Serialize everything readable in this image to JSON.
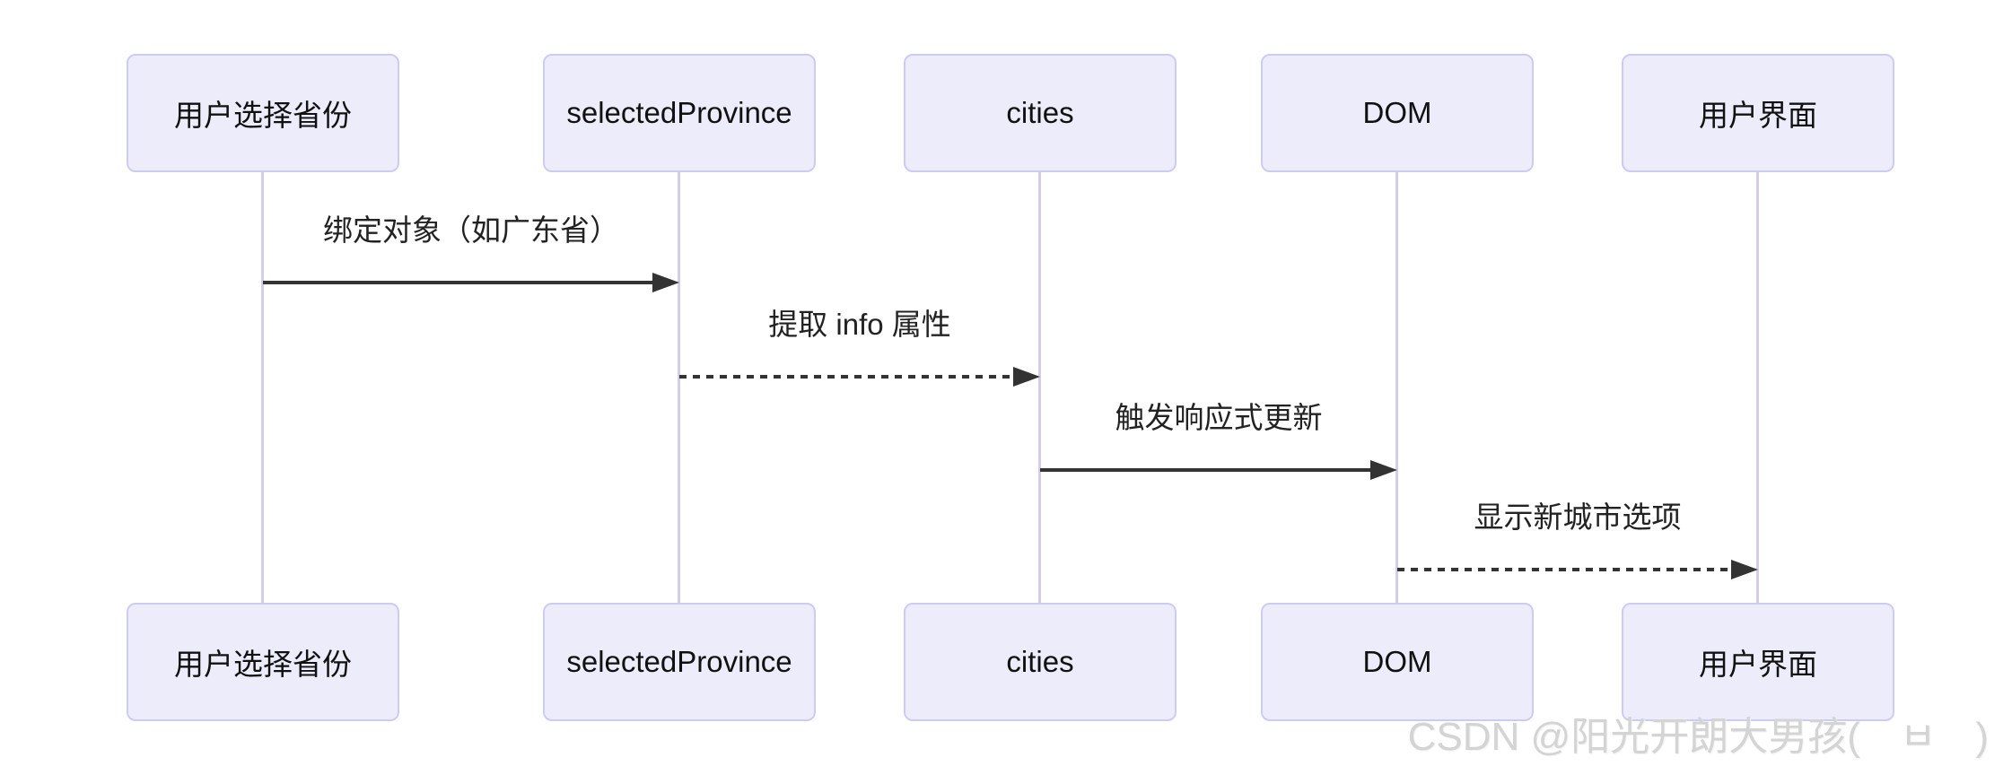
{
  "diagram": {
    "type": "sequence",
    "actors": [
      {
        "id": "user-select-province",
        "label": "用户选择省份"
      },
      {
        "id": "selected-province",
        "label": "selectedProvince"
      },
      {
        "id": "cities",
        "label": "cities"
      },
      {
        "id": "dom",
        "label": "DOM"
      },
      {
        "id": "user-interface",
        "label": "用户界面"
      }
    ],
    "messages": [
      {
        "from": "用户选择省份",
        "to": "selectedProvince",
        "label": "绑定对象（如广东省）",
        "style": "solid"
      },
      {
        "from": "selectedProvince",
        "to": "cities",
        "label": "提取 info 属性",
        "style": "dashed"
      },
      {
        "from": "cities",
        "to": "DOM",
        "label": "触发响应式更新",
        "style": "solid"
      },
      {
        "from": "DOM",
        "to": "用户界面",
        "label": "显示新城市选项",
        "style": "dashed"
      }
    ],
    "colors": {
      "actor_fill": "#ECECFB",
      "actor_border": "#CCCCF2",
      "lifeline": "#D5CCEA",
      "arrow": "#333333",
      "text": "#222222",
      "watermark": "#D4D4D4"
    }
  },
  "watermark": {
    "text": "CSDN @阳光开朗大男孩(　ㅂ　)"
  }
}
